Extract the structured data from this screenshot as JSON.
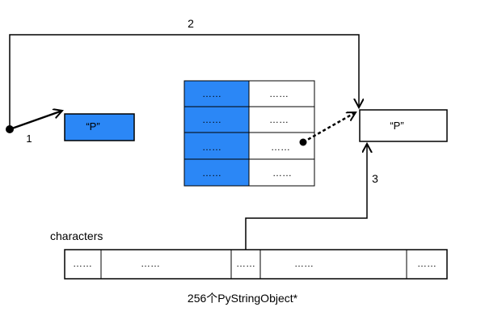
{
  "labels": {
    "arrow1": "1",
    "arrow2": "2",
    "arrow3": "3",
    "characters": "characters",
    "array_caption": "256个PyStringObject*"
  },
  "boxes": {
    "small_p": "“P”",
    "large_p": "“P”"
  },
  "table": {
    "rows": [
      {
        "left": "……",
        "right": "……"
      },
      {
        "left": "……",
        "right": "……"
      },
      {
        "left": "……",
        "right": "……"
      },
      {
        "left": "……",
        "right": "……"
      }
    ]
  },
  "characters_array": {
    "cells": [
      "……",
      "……",
      "……",
      "……",
      "……"
    ]
  },
  "colors": {
    "blue": "#2b87f6",
    "line": "#000000"
  }
}
